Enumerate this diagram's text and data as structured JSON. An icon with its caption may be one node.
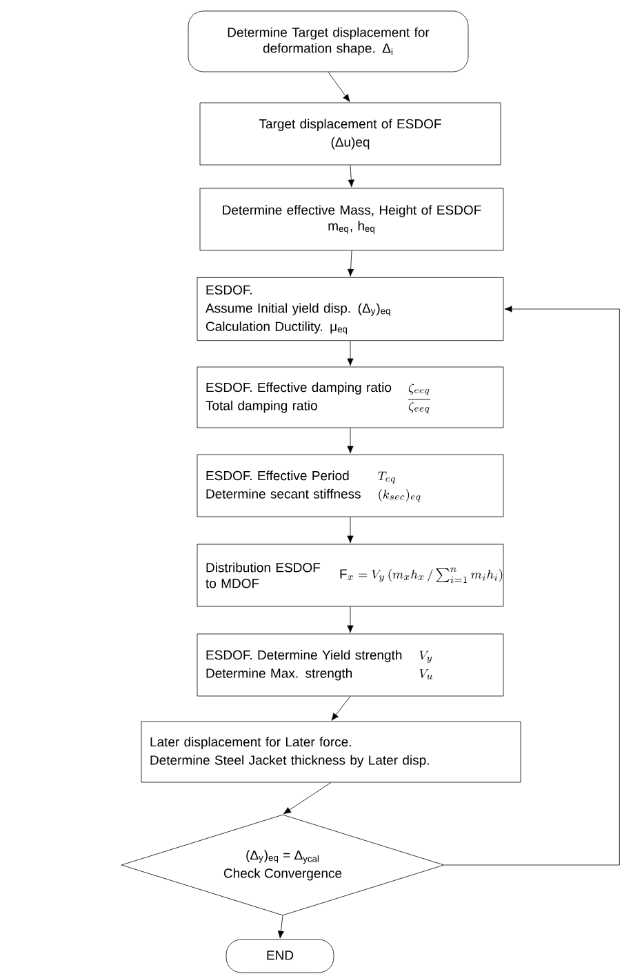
{
  "diagram": {
    "nodes": [
      {
        "text": [
          "Determine Target displacement for deformation shape. Δ$_{i}$"
        ]
      },
      {
        "text": [
          "Target displacement of ESDOF",
          "(Δu)eq"
        ]
      },
      {
        "text": [
          "Determine effective Mass, Height of ESDOF m$_{eq}$,  h$_{eq}$"
        ]
      },
      {
        "text": [
          "ESDOF.",
          "Assume Initial yield disp. (Δ$_{y}$)$_{eq}$",
          "Calculation Ductility. μ$_{eq}$"
        ]
      },
      {
        "text": [
          "ESDOF. Effective damping ratio",
          "\\zeta_{eeq}",
          "Total damping ratio",
          "\\overline{\\zeta_{eeq}}"
        ]
      },
      {
        "text": [
          "ESDOF. Effective Period",
          "T_{eq}",
          "Determine secant stiffness",
          "(k_{sec})_{eq}"
        ]
      },
      {
        "text": [
          "Distribution ESDOF to MDOF",
          "\\mathrm{F}_{x} = V_{y}\\,(m_{x}h_{x}\\,/\\sum_{i=1}^{n} m_{i}h_{i})"
        ]
      },
      {
        "text": [
          "ESDOF. Determine Yield strength",
          "V_{y}",
          "Determine Max. strength",
          "V_{u}"
        ]
      },
      {
        "text": [
          "Later displacement for Later force.",
          "Determine Steel Jacket thickness by Later disp."
        ]
      },
      {
        "text": [
          "(Δ$_{y}$)$_{eq}$ = Δ$_{ycal}$",
          "Check Convergence"
        ]
      },
      {
        "text": [
          "END"
        ]
      }
    ],
    "edges": [
      {
        "from": 0,
        "to": 1,
        "arrow": "to"
      },
      {
        "from": 1,
        "to": 2,
        "arrow": "to"
      },
      {
        "from": 2,
        "to": 3,
        "arrow": "to"
      },
      {
        "from": 3,
        "to": 4,
        "arrow": "to"
      },
      {
        "from": 4,
        "to": 5,
        "arrow": "to"
      },
      {
        "from": 5,
        "to": 6,
        "arrow": "to"
      },
      {
        "from": 6,
        "to": 7,
        "arrow": "to"
      },
      {
        "from": 7,
        "to": 8,
        "arrow": "to"
      },
      {
        "from": 8,
        "to": 9,
        "arrow": "to"
      },
      {
        "from": 9,
        "to": 10,
        "arrow": "to"
      },
      {
        "from": 9,
        "to": 3,
        "arrow": "to"
      }
    ]
  }
}
